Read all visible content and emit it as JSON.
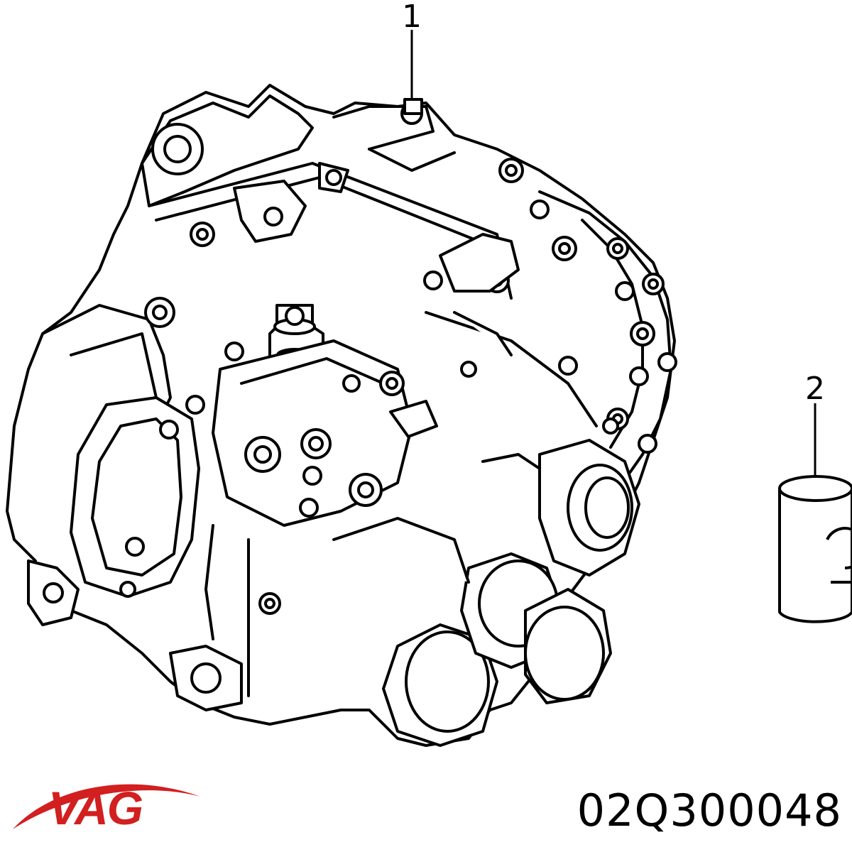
{
  "diagram": {
    "callouts": [
      {
        "id": "1",
        "label": "1"
      },
      {
        "id": "2",
        "label": "2"
      }
    ],
    "parts": [
      {
        "callout": "1",
        "name": "gearbox-assembly"
      },
      {
        "callout": "2",
        "name": "fluid-can"
      }
    ]
  },
  "brand": {
    "logo_text": "VAG",
    "logo_color": "#d21f1f"
  },
  "part_number": "02Q300048",
  "colors": {
    "line": "#000000",
    "background": "#ffffff",
    "brand_red": "#d21f1f"
  }
}
